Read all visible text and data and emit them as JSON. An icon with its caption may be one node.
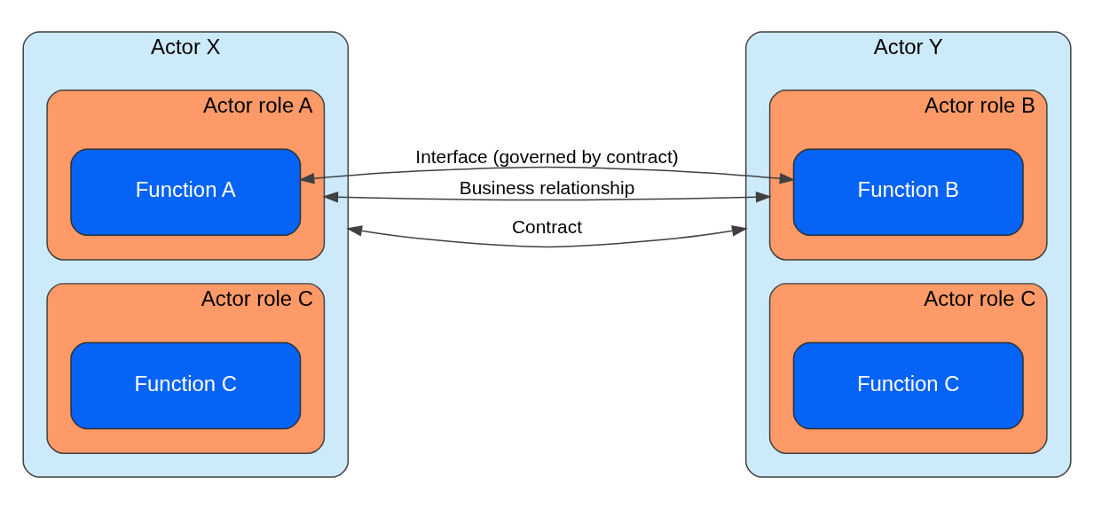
{
  "diagram": {
    "nodes": [
      {
        "text": [
          "Actor X"
        ]
      },
      {
        "text": [
          "Actor role A"
        ],
        "in": 0
      },
      {
        "text": [
          "Function A"
        ],
        "in": 1
      },
      {
        "text": [
          "Actor role C"
        ],
        "in": 0
      },
      {
        "text": [
          "Function C"
        ],
        "in": 3
      },
      {
        "text": [
          "Actor Y"
        ]
      },
      {
        "text": [
          "Actor role B"
        ],
        "in": 5
      },
      {
        "text": [
          "Function B"
        ],
        "in": 6
      },
      {
        "text": [
          "Actor role C"
        ],
        "in": 5
      },
      {
        "text": [
          "Function C"
        ],
        "in": 8
      }
    ],
    "edges": [
      {
        "from": 2,
        "to": 7,
        "arrow": "both",
        "label": "Interface (governed by contract)"
      },
      {
        "from": 1,
        "to": 6,
        "arrow": "both",
        "label": "Business relationship"
      },
      {
        "from": 0,
        "to": 5,
        "arrow": "both",
        "label": "Contract"
      }
    ]
  }
}
